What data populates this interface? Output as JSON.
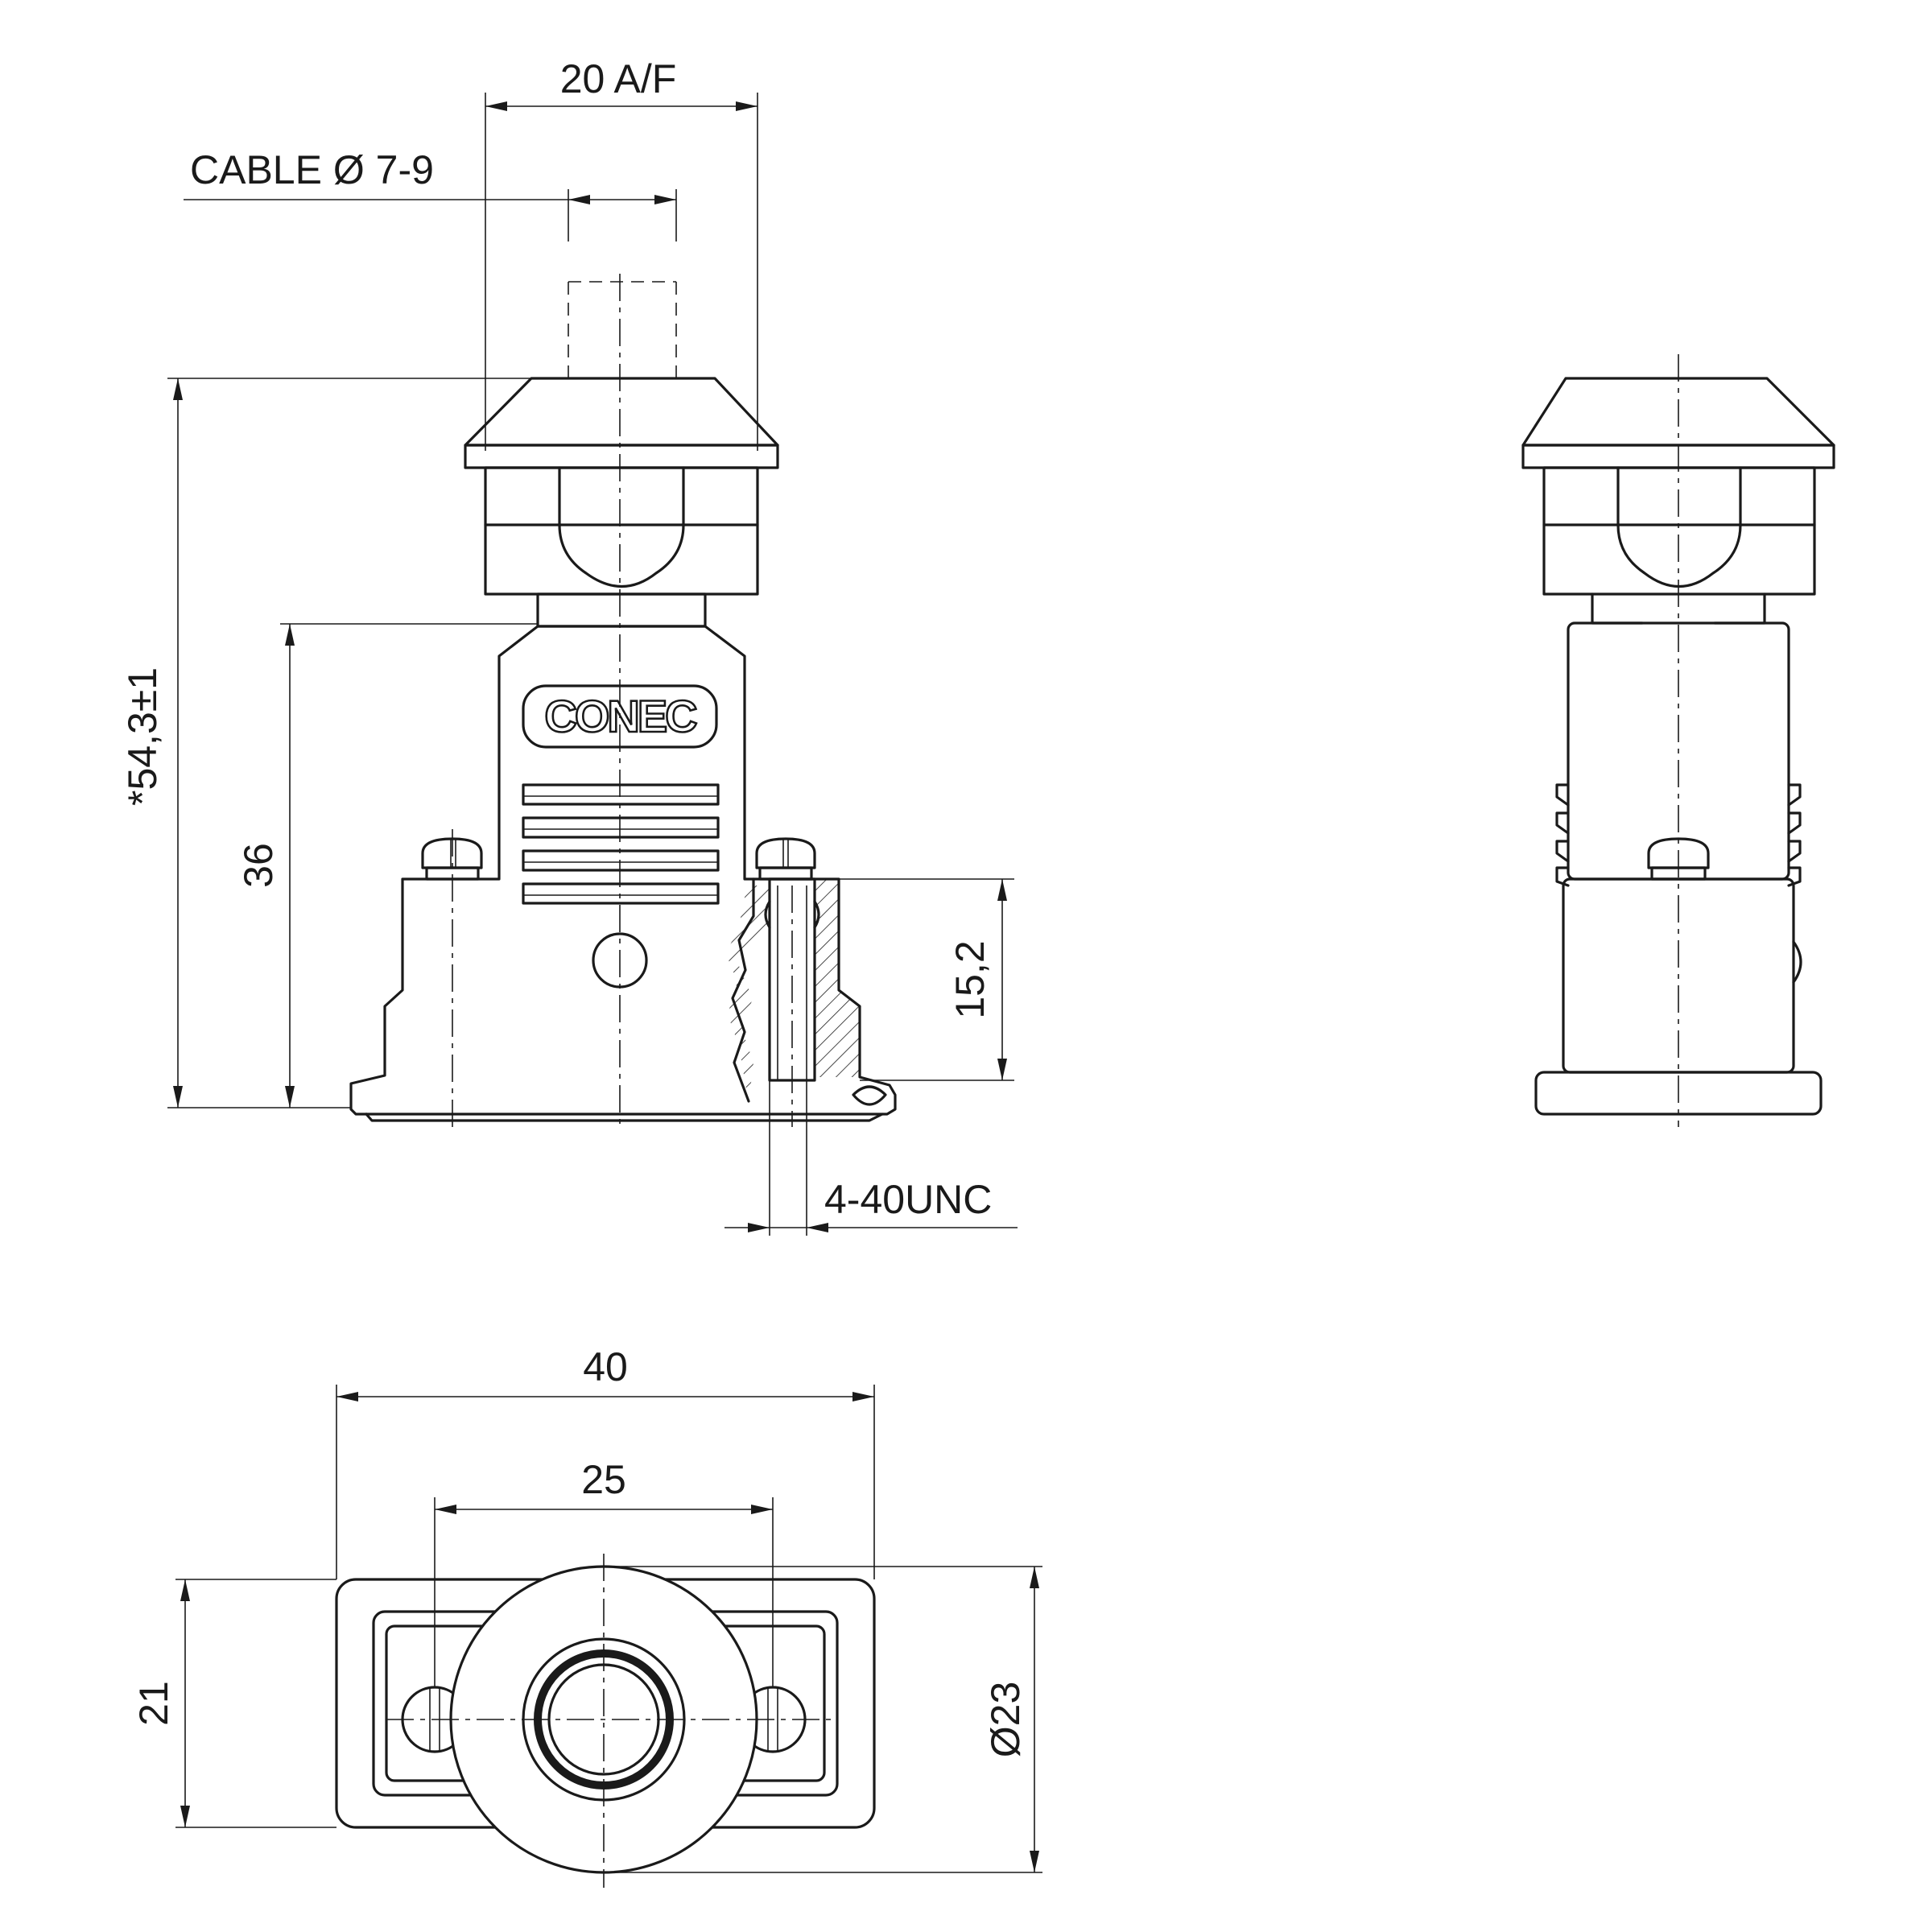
{
  "drawing": {
    "brand_logo_text": "CONEC",
    "dimensions": {
      "cable_diameter": "CABLE Ø 7-9",
      "wrench_size": "20 A/F",
      "overall_height": "*54,3±1",
      "body_height": "36",
      "screw_length": "15,2",
      "screw_thread": "4-40UNC",
      "flange_width": "40",
      "screw_spacing": "25",
      "flange_depth": "21",
      "hood_diameter": "Ø23"
    },
    "views": [
      "front-view",
      "side-view",
      "bottom-view"
    ]
  }
}
